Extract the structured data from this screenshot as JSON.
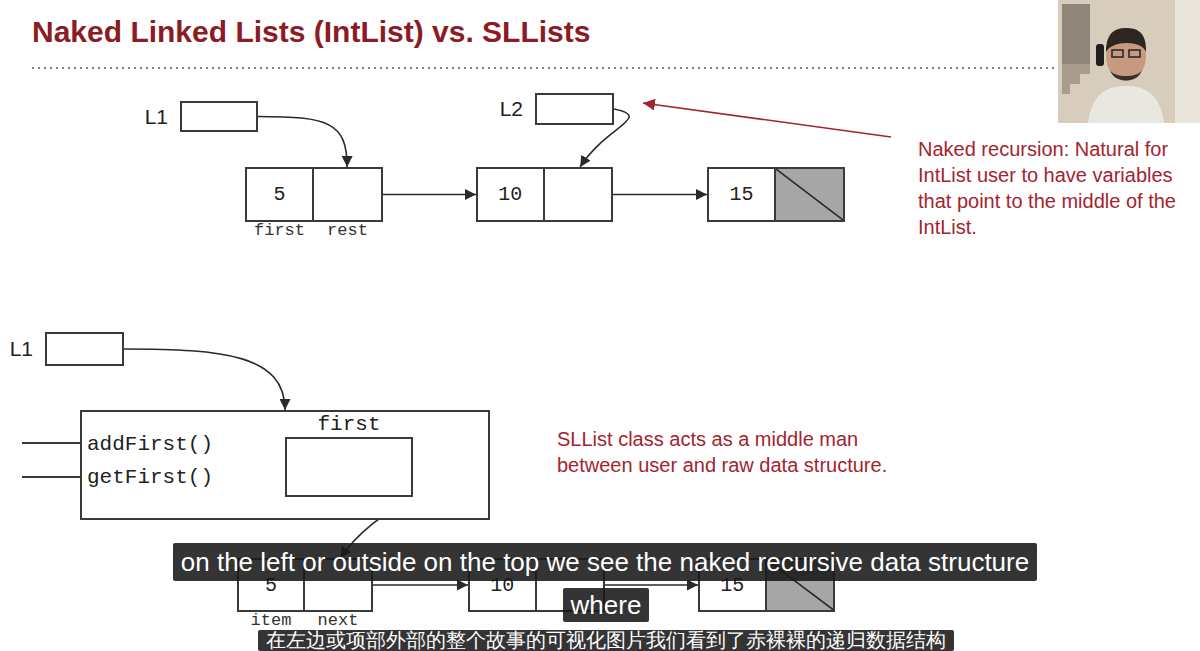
{
  "diagram": {
    "title": "Naked Linked Lists (IntList) vs. SLLists",
    "nodes": [
      {
        "text": [
          "L1"
        ]
      },
      {
        "text": [
          "L2"
        ]
      },
      {
        "text": [
          "5",
          "first",
          "rest"
        ]
      },
      {
        "text": [
          "10"
        ]
      },
      {
        "text": [
          "15"
        ]
      },
      {
        "text": [
          "L1"
        ]
      },
      {
        "text": [
          "addFirst()",
          "getFirst()"
        ]
      },
      {
        "text": [
          "first"
        ],
        "in": 6
      },
      {
        "text": [
          "5",
          "item",
          "next"
        ]
      },
      {
        "text": [
          "10"
        ]
      },
      {
        "text": [
          "15"
        ]
      }
    ],
    "edges": [
      {
        "from": 0,
        "to": 2,
        "arrow": "to"
      },
      {
        "from": 1,
        "to": 3,
        "arrow": "to"
      },
      {
        "from": 2,
        "to": 3,
        "arrow": "to"
      },
      {
        "from": 3,
        "to": 4,
        "arrow": "to"
      },
      {
        "from": 5,
        "to": 6,
        "arrow": "to"
      },
      {
        "from": 7,
        "to": 8,
        "arrow": "to"
      },
      {
        "from": 8,
        "to": 9,
        "arrow": "to"
      },
      {
        "from": 9,
        "to": 10,
        "arrow": "to"
      }
    ],
    "labels": [
      "Naked recursion: Natural for IntList user to have variables that point to the middle of the IntList.",
      "SLList class acts as a middle man between user and raw data structure.",
      "on the left or outside on the top we see the naked recursive data structure",
      "where",
      "在左边或项部外部的整个故事的可视化图片我们看到了赤裸裸的递归数据结构"
    ]
  }
}
